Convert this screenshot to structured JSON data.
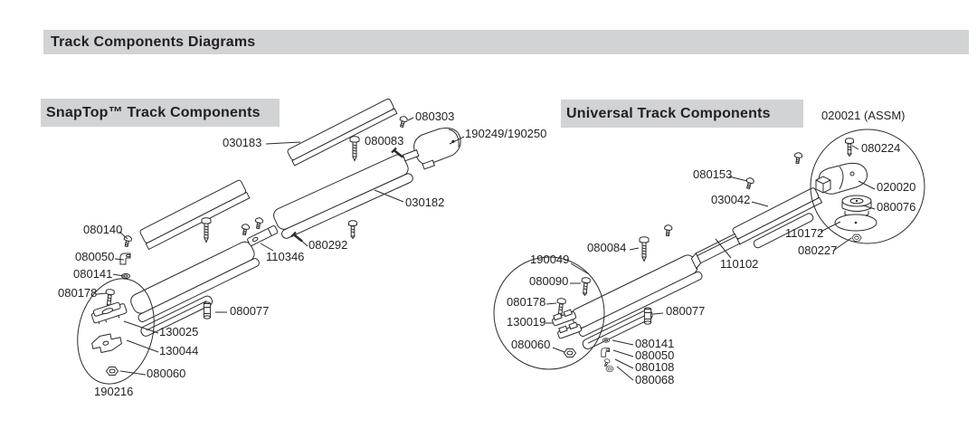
{
  "header": {
    "title": "Track Components Diagrams"
  },
  "art": {
    "header_bg": "#d1d3d4",
    "text_color": "#231f20",
    "line_color": "#2b2b2b"
  },
  "snaptop": {
    "title": "SnapTop™ Track Components",
    "parts": {
      "p030183": "030183",
      "p080303": "080303",
      "p080083": "080083",
      "p190249": "190249/190250",
      "p030182": "030182",
      "p080140": "080140",
      "p080050": "080050",
      "p080141": "080141",
      "p080178": "080178",
      "p130025": "130025",
      "p130044": "130044",
      "p080060": "080060",
      "p190216": "190216",
      "p080077": "080077",
      "p110346": "110346",
      "p080292": "080292"
    }
  },
  "universal": {
    "title": "Universal Track Components",
    "parts": {
      "p020021": "020021 (ASSM)",
      "p080224": "080224",
      "p020020": "020020",
      "p080076": "080076",
      "p110172": "110172",
      "p080227": "080227",
      "p080153": "080153",
      "p030042": "030042",
      "p080084": "080084",
      "p110102": "110102",
      "p190049": "190049",
      "p080090": "080090",
      "p080178": "080178",
      "p130019": "130019",
      "p080060": "080060",
      "p080077": "080077",
      "p080141": "080141",
      "p080050": "080050",
      "p080108": "080108",
      "p080068": "080068"
    }
  }
}
